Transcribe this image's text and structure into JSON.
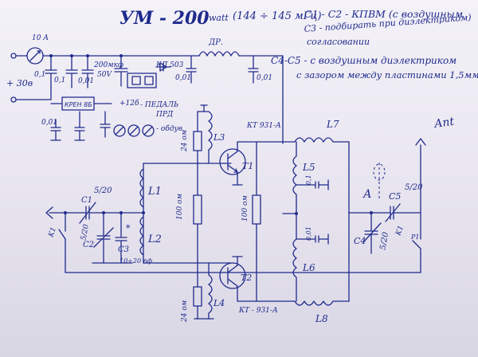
{
  "title": {
    "main": "УМ - 200",
    "unit": "watt",
    "band": "(144 ÷ 145 мГц)"
  },
  "notes": {
    "line1": "C1 - C2 - КПВМ (с воздушным",
    "line2": "C3 - подбирать при диэлектриком)",
    "line3": "согласовании",
    "line4": "C4-C5 - с воздушным диэлектриком",
    "line5": "с зазором между пластинами 1,5мм"
  },
  "labels": {
    "v_in": "+ 30в",
    "cap_01_a": "0,1",
    "cap_01_b": "0,1",
    "cap_001_a": "0,01",
    "cap_001_b": "0,01",
    "cap_001_c": "0,01",
    "cap_001_d": "0,01",
    "cap_200": "200мкф",
    "cap_50v": "50V",
    "fuse": "10 A",
    "choke": "ДР.",
    "diode": "КД 503",
    "kren": "КРЕН 8Б",
    "plus12": "+12б",
    "pedal": "- ПЕДАЛЬ",
    "ptt": "ПРД",
    "fan": "- обдув",
    "t1_type": "КТ 931-А",
    "t2_type": "КТ - 931-А",
    "t1": "T1",
    "t2": "T2",
    "r_top": "24 ом",
    "r_bot": "24 ом",
    "r_mid_left": "100 ом",
    "r_mid_right": "100 ом",
    "l1": "L1",
    "l2": "L2",
    "l3": "L3",
    "l4": "L4",
    "l5": "L5",
    "l6": "L6",
    "l7": "L7",
    "l8": "L8",
    "c1": "C1",
    "c2": "C2",
    "c3": "C3",
    "c4": "C4",
    "c5": "C5",
    "c1_val": "5/20",
    "c2_val": "5/20",
    "c3_val": "10÷20 пф",
    "c4_val": "5/20",
    "c5_val": "5/20",
    "c_l5": "0,1",
    "c_l6": "0,01",
    "star": "*",
    "point_a": "А",
    "k1": "K1",
    "k1b": "K1",
    "p1": "P1",
    "ant": "Ant"
  }
}
